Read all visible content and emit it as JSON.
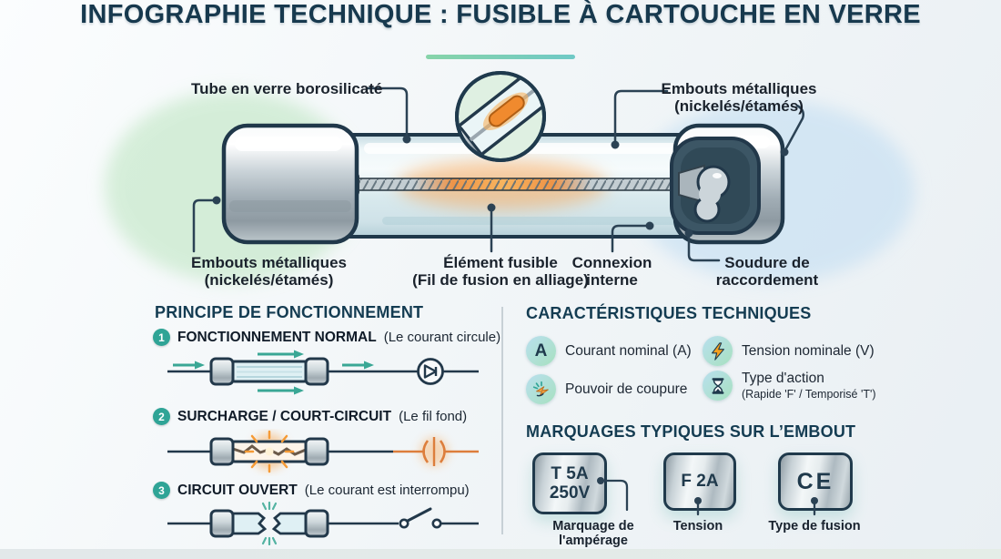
{
  "title": "INFOGRAPHIE TECHNIQUE : FUSIBLE À CARTOUCHE EN VERRE",
  "fuse": {
    "labels": {
      "tube": "Tube en verre borosilicaté",
      "caps_top": [
        "Embouts métalliques",
        "(nickelés/étamés)"
      ],
      "caps_bottom": [
        "Embouts métalliques",
        "(nickelés/étamés)"
      ],
      "element": [
        "Élément fusible",
        "(Fil de fusion en alliage)"
      ],
      "connection": [
        "Connexion",
        "interne"
      ],
      "solder": [
        "Soudure de",
        "raccordement"
      ]
    }
  },
  "principe": {
    "heading": "PRINCIPE DE FONCTIONNEMENT",
    "steps": [
      {
        "num": "1",
        "title": "FONCTIONNEMENT NORMAL",
        "subtitle": "(Le courant circule)"
      },
      {
        "num": "2",
        "title": "SURCHARGE / COURT-CIRCUIT",
        "subtitle": "(Le fil fond)"
      },
      {
        "num": "3",
        "title": "CIRCUIT OUVERT",
        "subtitle": "(Le courant est interrompu)"
      }
    ]
  },
  "carac": {
    "heading": "CARACTÉRISTIQUES TECHNIQUES",
    "items": [
      {
        "icon": "letter-a-icon",
        "glyph": "A",
        "label": "Courant nominal (A)"
      },
      {
        "icon": "lightning-icon",
        "label": "Tension nominale (V)"
      },
      {
        "icon": "breaking-capacity-icon",
        "label": "Pouvoir de coupure"
      },
      {
        "icon": "hourglass-icon",
        "label": "Type d'action",
        "sublabel": "(Rapide 'F' / Temporisé 'T')"
      }
    ]
  },
  "marquages": {
    "heading": "MARQUAGES TYPIQUES SUR L’EMBOUT",
    "caps": [
      {
        "line1": "T 5A",
        "line2": "250V",
        "caption": "Marquage de l'ampérage"
      },
      {
        "line1": "F 2A",
        "caption": "Tension"
      },
      {
        "line1": "CE",
        "caption": "Type de fusion"
      }
    ]
  },
  "colors": {
    "navy": "#17394e",
    "teal": "#2fa496",
    "orange": "#f08a2e",
    "glass_blue": "#d9eaee",
    "underline_green": "#87d4a9"
  }
}
